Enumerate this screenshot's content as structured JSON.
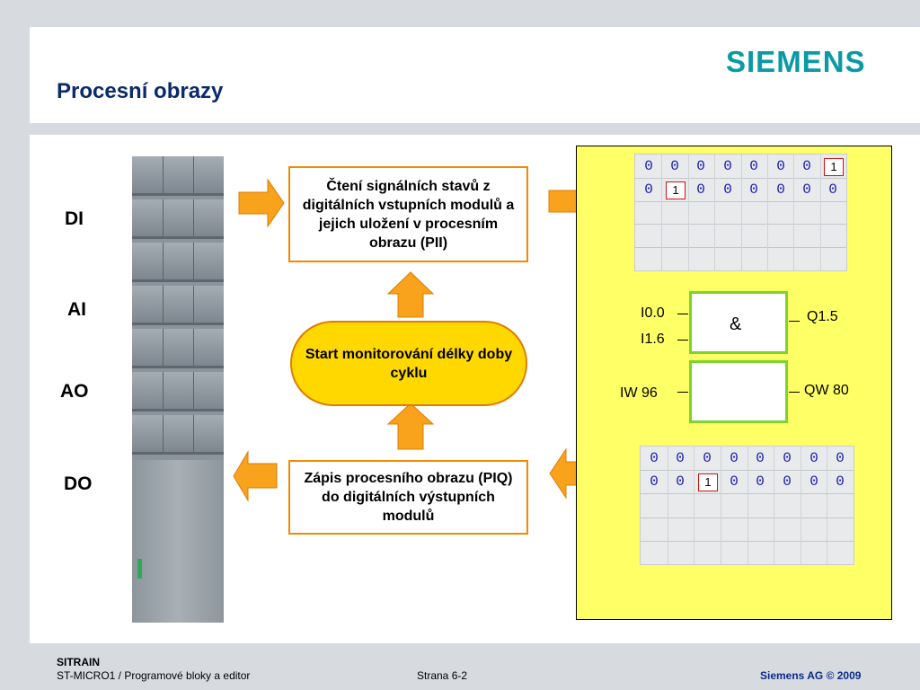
{
  "header": {
    "title": "Procesní obrazy",
    "logo": "SIEMENS"
  },
  "labels": {
    "di": "DI",
    "ai": "AI",
    "ao": "AO",
    "do": "DO"
  },
  "boxes": {
    "read": "Čtení signálních stavů z digitálních vstupních modulů a jejich uložení v procesním obrazu (PII)",
    "start": "Start monitorování délky doby cyklu",
    "write": "Zápis procesního obrazu (PIQ) do digitálních výstupních modulů"
  },
  "pii_table": {
    "rows": [
      [
        "0",
        "0",
        "0",
        "0",
        "0",
        "0",
        "0",
        "1"
      ],
      [
        "0",
        "1",
        "0",
        "0",
        "0",
        "0",
        "0",
        "0"
      ]
    ]
  },
  "piq_table": {
    "rows": [
      [
        "0",
        "0",
        "0",
        "0",
        "0",
        "0",
        "0",
        "0"
      ],
      [
        "0",
        "0",
        "1",
        "0",
        "0",
        "0",
        "0",
        "0"
      ]
    ]
  },
  "logic": {
    "in1": "I0.0",
    "in2": "I1.6",
    "out1": "Q1.5",
    "gate": "&",
    "in3": "IW 96",
    "out2": "QW 80"
  },
  "footer": {
    "brand": "SITRAIN",
    "course": "ST-MICRO1 / Programové bloky a editor",
    "page": "Strana 6-2",
    "copyright": "Siemens AG © 2009"
  },
  "colors": {
    "arrow": "#f9a21c",
    "arrow_edge": "#e07c00",
    "title": "#0a2a6b",
    "logo": "#0a9aa5",
    "gate_border": "#7cd42c",
    "panel": "#ffff66"
  }
}
